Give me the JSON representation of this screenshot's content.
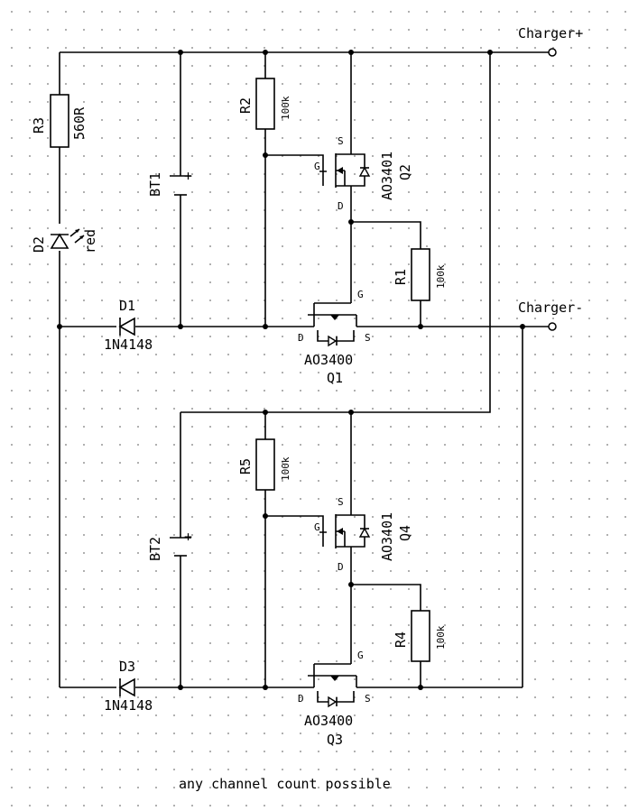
{
  "labels": {
    "charger_plus": "Charger+",
    "charger_minus": "Charger-",
    "r3_ref": "R3",
    "r3_val": "560R",
    "d2_ref": "D2",
    "d2_val": "red",
    "d1_ref": "D1",
    "d1_val": "1N4148",
    "d3_ref": "D3",
    "d3_val": "1N4148",
    "bt1_ref": "BT1",
    "bt2_ref": "BT2",
    "plus": "+",
    "r2_ref": "R2",
    "r2_val": "100k",
    "r1_ref": "R1",
    "r1_val": "100k",
    "r5_ref": "R5",
    "r5_val": "100k",
    "r4_ref": "R4",
    "r4_val": "100k",
    "q2_part": "AO3401",
    "q2_ref": "Q2",
    "q4_part": "AO3401",
    "q4_ref": "Q4",
    "q1_part": "AO3400",
    "q1_ref": "Q1",
    "q3_part": "AO3400",
    "q3_ref": "Q3",
    "pin_g": "G",
    "pin_s": "S",
    "pin_d": "D",
    "footer": "any channel count possible"
  }
}
